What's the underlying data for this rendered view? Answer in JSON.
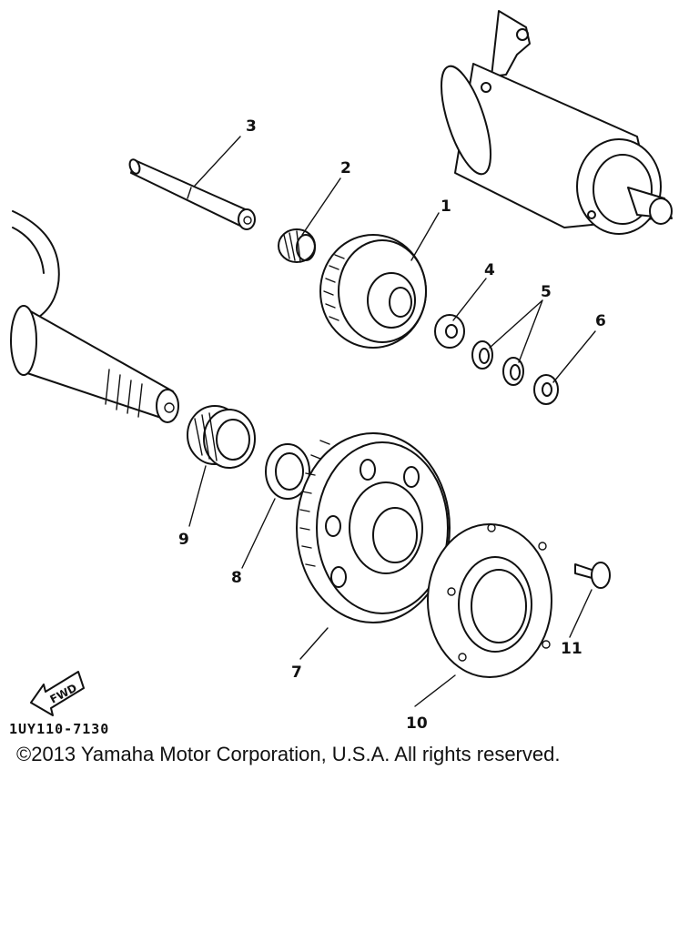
{
  "parts": [
    {
      "id": "part-1",
      "callout": "1"
    },
    {
      "id": "part-2",
      "callout": "2"
    },
    {
      "id": "part-3",
      "callout": "3"
    },
    {
      "id": "part-4",
      "callout": "4"
    },
    {
      "id": "part-5",
      "callout": "5"
    },
    {
      "id": "part-6",
      "callout": "6"
    },
    {
      "id": "part-7",
      "callout": "7"
    },
    {
      "id": "part-8",
      "callout": "8"
    },
    {
      "id": "part-9",
      "callout": "9"
    },
    {
      "id": "part-10",
      "callout": "10"
    },
    {
      "id": "part-11",
      "callout": "11"
    }
  ],
  "fwd_label": "FWD",
  "diagram_ref": "1UY110-7130",
  "copyright": "©2013 Yamaha Motor Corporation, U.S.A. All rights reserved.",
  "icons": {
    "direction": "fwd-arrow-icon"
  }
}
